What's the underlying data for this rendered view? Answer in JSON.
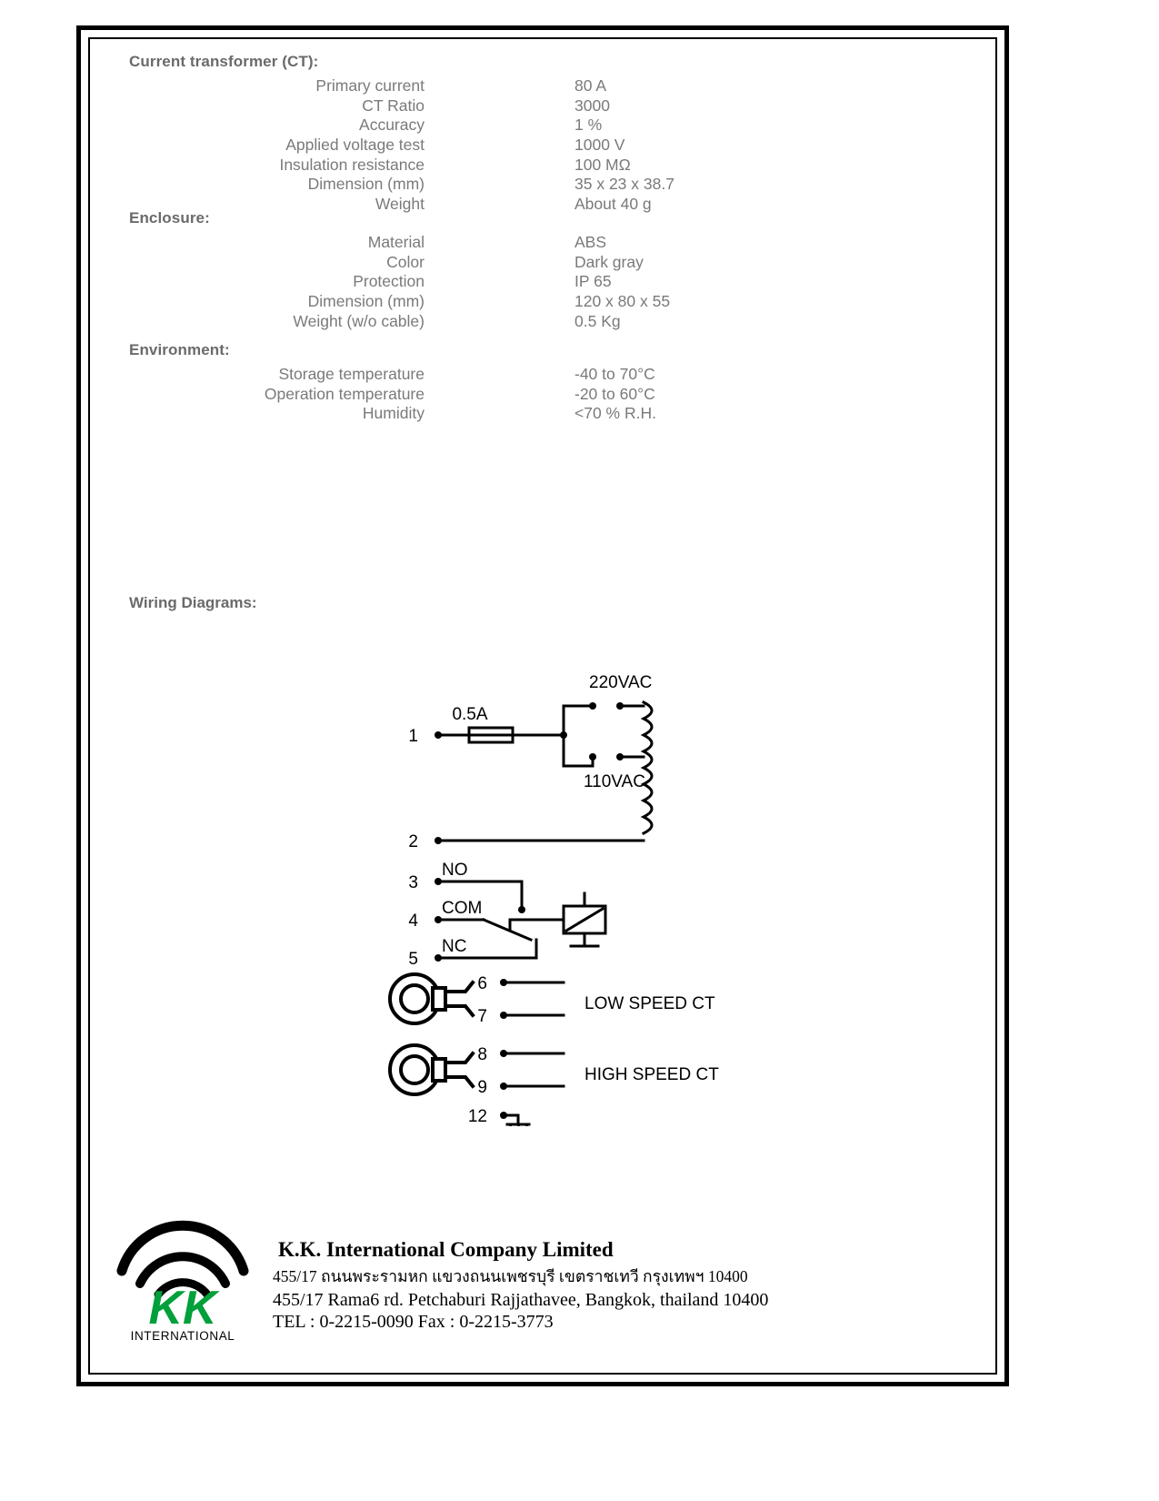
{
  "sections": [
    {
      "id": "ct",
      "title": "Current transformer (CT):",
      "rows": [
        {
          "label": "Primary current",
          "value": "80 A"
        },
        {
          "label": "CT Ratio",
          "value": "3000"
        },
        {
          "label": "Accuracy",
          "value": "1 %"
        },
        {
          "label": "Applied voltage test",
          "value": "1000 V"
        },
        {
          "label": "Insulation resistance",
          "value": "100 MΩ"
        },
        {
          "label": "Dimension (mm)",
          "value": "35 x 23 x 38.7"
        },
        {
          "label": "Weight",
          "value": "About 40 g"
        }
      ]
    },
    {
      "id": "enc",
      "title": "Enclosure:",
      "rows": [
        {
          "label": "Material",
          "value": "ABS"
        },
        {
          "label": "Color",
          "value": "Dark gray"
        },
        {
          "label": "Protection",
          "value": "IP 65"
        },
        {
          "label": "Dimension (mm)",
          "value": "120 x 80 x 55"
        },
        {
          "label": "Weight (w/o cable)",
          "value": "0.5 Kg"
        }
      ]
    },
    {
      "id": "env",
      "title": "Environment:",
      "rows": [
        {
          "label": "Storage temperature",
          "value": "-40 to 70°C"
        },
        {
          "label": "Operation temperature",
          "value": "-20 to 60°C"
        },
        {
          "label": "Humidity",
          "value": "<70 % R.H."
        }
      ]
    }
  ],
  "wiring": {
    "title": "Wiring Diagrams:",
    "fuse_label": "0.5A",
    "tap_220_label": "220VAC",
    "tap_110_label": "110VAC",
    "relay_no_label": "NO",
    "relay_com_label": "COM",
    "relay_nc_label": "NC",
    "low_speed_ct_label": "LOW SPEED CT",
    "high_speed_ct_label": "HIGH SPEED CT",
    "terminals": {
      "t1": "1",
      "t2": "2",
      "t3": "3",
      "t4": "4",
      "t5": "5",
      "t6": "6",
      "t7": "7",
      "t8": "8",
      "t9": "9",
      "t12": "12"
    }
  },
  "footer": {
    "logo_text": "KK",
    "logo_subtext": "INTERNATIONAL",
    "company_name": "K.K. International Company Limited",
    "address_thai": "455/17 ถนนพระรามหก  แขวงถนนเพชรบุรี  เขตราชเทวี  กรุงเทพฯ 10400",
    "address_english": "455/17  Rama6 rd. Petchaburi Rajjathavee, Bangkok, thailand 10400",
    "contact": "TEL : 0-2215-0090     Fax : 0-2215-3773"
  },
  "colors": {
    "spec_text": "#7a7a7a",
    "heading": "#6a6a6a",
    "logo_green": "#00a03a",
    "diagram_line": "#000000",
    "frame": "#000000"
  }
}
